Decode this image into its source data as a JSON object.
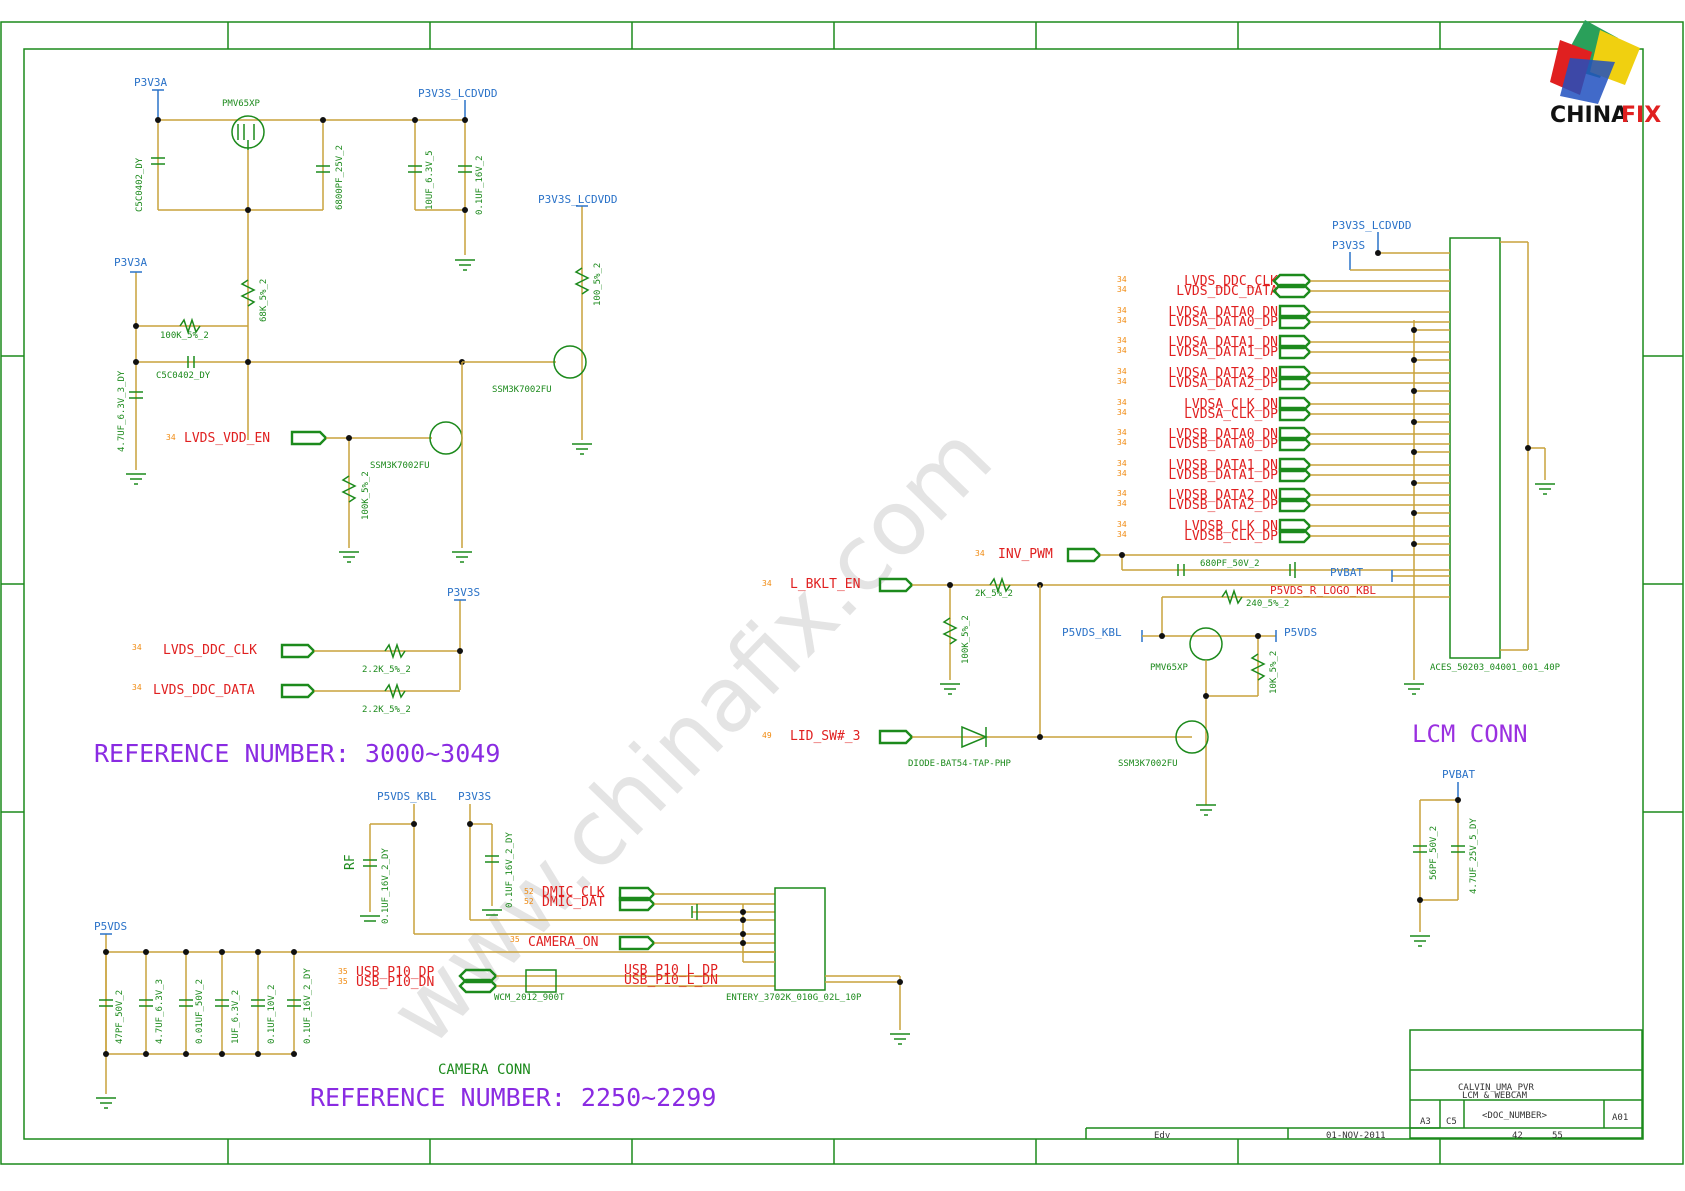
{
  "logo": {
    "text_main": "CHINA",
    "text_accent": "FIX",
    "color_main": "#111111",
    "color_accent": "#e02020"
  },
  "watermark": "www.chinafix.com",
  "reference_top": "REFERENCE  NUMBER: 3000~3049",
  "reference_bottom": "REFERENCE  NUMBER: 2250~2299",
  "lcm_title": "LCM  CONN",
  "camera_title": "CAMERA CONN",
  "rf_label": "RF",
  "nets": {
    "p3v3a_1": "P3V3A",
    "p3v3a_2": "P3V3A",
    "p3v3s_lcdvdd_1": "P3V3S_LCDVDD",
    "p3v3s_lcdvdd_2": "P3V3S_LCDVDD",
    "p3v3s_lcdvdd_3": "P3V3S_LCDVDD",
    "p3v3s_1": "P3V3S",
    "p3v3s_2": "P3V3S",
    "p3v3s_3": "P3V3S",
    "p5vds_kbl_1": "P5VDS_KBL",
    "p5vds_kbl_2": "P5VDS_KBL",
    "p5vds_1": "P5VDS",
    "p5vds_2": "P5VDS",
    "pvbat_1": "PVBAT",
    "pvbat_2": "PVBAT",
    "p5vds_r_logo_kbl": "P5VDS_R_LOGO_KBL"
  },
  "components": {
    "c_top_left": "C5C0402_DY",
    "q_pmv": "PMV65XP",
    "c_6800": "6800PF_25V_2",
    "c_10uf": "10UF_6.3V_5",
    "c_01uf": "0.1UF_16V_2",
    "r_68k": "68K_5%_2",
    "r_100k_h": "100K_5%_2",
    "c_c5": "C5C0402_DY",
    "c_4p7": "4.7UF_6.3V_3_DY",
    "q_ssm_1": "SSM3K7002FU",
    "q_ssm_2": "SSM3K7002FU",
    "r_100_v": "100_5%_2",
    "r_100k_v": "100K_5%_2",
    "r_2k2_1": "2.2K_5%_2",
    "r_2k2_2": "2.2K_5%_2",
    "c_680": "680PF_50V_2",
    "r_2k": "2K_5%_2",
    "r_240": "240_5%_2",
    "r_100k_bk": "100K_5%_2",
    "q_pmv_2": "PMV65XP",
    "r_10k": "10K_5%_2",
    "diode": "DIODE-BAT54-TAP-PHP",
    "q_ssm_3": "SSM3K7002FU",
    "lcm_conn": "ACES_50203_04001_001_40P",
    "c_56pf": "56PF_50V_2",
    "c_4p7_25": "4.7UF_25V_5_DY",
    "c_rf_1": "0.1UF_16V_2_DY",
    "c_rf_2": "0.1UF_16V_2_DY",
    "c_47pf": "47PF_50V_2",
    "c_cam_4p7": "4.7UF_6.3V_3",
    "c_001": "0.01UF_50V_2",
    "c_1uf": "1UF_6.3V_2",
    "c_01_10": "0.1UF_10V_2",
    "c_01_16": "0.1UF_16V_2_DY",
    "wcm": "WCM_2012_900T",
    "cam_conn": "ENTERY_3702K_010G_02L_10P"
  },
  "signals": {
    "lvds_vdd_en": "LVDS_VDD_EN",
    "lvds_ddc_clk_l": "LVDS_DDC_CLK",
    "lvds_ddc_data_l": "LVDS_DDC_DATA",
    "inv_pwm": "INV_PWM",
    "l_bklt_en": "L_BKLT_EN",
    "lid_sw": "LID_SW#_3",
    "dmic_clk": "DMIC_CLK",
    "dmic_dat": "DMIC_DAT",
    "camera_on": "CAMERA_ON",
    "usb_p10_dp": "USB_P10_DP",
    "usb_p10_dn": "USB_P10_DN",
    "usb_p10_l_dp": "USB_P10_L_DP",
    "usb_p10_l_dn": "USB_P10_L_DN"
  },
  "pages": {
    "p34": "34",
    "p49": "49",
    "p52": "52",
    "p35": "35"
  },
  "lvds_bus": [
    {
      "a": "LVDS_DDC_CLK",
      "b": "LVDS_DDC_DATA"
    },
    {
      "a": "LVDSA_DATA0_DN",
      "b": "LVDSA_DATA0_DP"
    },
    {
      "a": "LVDSA_DATA1_DN",
      "b": "LVDSA_DATA1_DP"
    },
    {
      "a": "LVDSA_DATA2_DN",
      "b": "LVDSA_DATA2_DP"
    },
    {
      "a": "LVDSA_CLK_DN",
      "b": "LVDSA_CLK_DP"
    },
    {
      "a": "LVDSB_DATA0_DN",
      "b": "LVDSB_DATA0_DP"
    },
    {
      "a": "LVDSB_DATA1_DN",
      "b": "LVDSB_DATA1_DP"
    },
    {
      "a": "LVDSB_DATA2_DN",
      "b": "LVDSB_DATA2_DP"
    },
    {
      "a": "LVDSB_CLK_DN",
      "b": "LVDSB_CLK_DP"
    }
  ],
  "title_block": {
    "project": "CALVIN_UMA_PVR",
    "subtitle": "LCM & WEBCAM",
    "doc_number": "<DOC_NUMBER>",
    "size": "A3",
    "sheet_code": "C5",
    "rev": "A01",
    "date": "01-NOV-2011",
    "sheet": "42",
    "of": "55",
    "edition": "Edv"
  }
}
